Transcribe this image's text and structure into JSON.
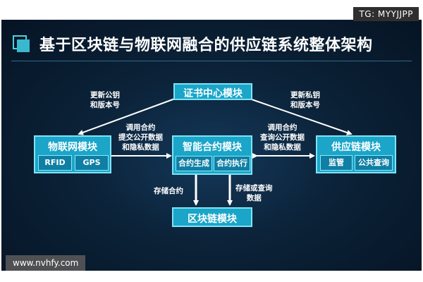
{
  "tag": "TG: MYYJJPP",
  "watermark": "www.nvhfy.com",
  "title": "基于区块链与物联网融合的供应链系统整体架构",
  "modules": {
    "cert": {
      "label": "证书中心模块"
    },
    "iot": {
      "label": "物联网模块",
      "subs": [
        "RFID",
        "GPS"
      ]
    },
    "contract": {
      "label": "智能合约模块",
      "subs": [
        "合约生成",
        "合约执行"
      ]
    },
    "supply": {
      "label": "供应链模块",
      "subs": [
        "监管",
        "公共查询"
      ]
    },
    "blockchain": {
      "label": "区块链模块"
    }
  },
  "notes": {
    "cert_to_iot": [
      "更新公钥",
      "和版本号"
    ],
    "cert_to_supply": [
      "更新私钥",
      "和版本号"
    ],
    "iot_to_contract": [
      "调用合约",
      "提交公开数据",
      "和隐私数据"
    ],
    "supply_to_contract": [
      "调用合约",
      "查询公开数据",
      "和隐私数据"
    ],
    "store_contract": "存储合约",
    "store_query": [
      "存储或查询",
      "数据"
    ]
  },
  "colors": {
    "background": "#0b2238",
    "box_fill": "#1aa5c9",
    "box_border": "#7fe3f5",
    "arrow": "#ffffff"
  }
}
